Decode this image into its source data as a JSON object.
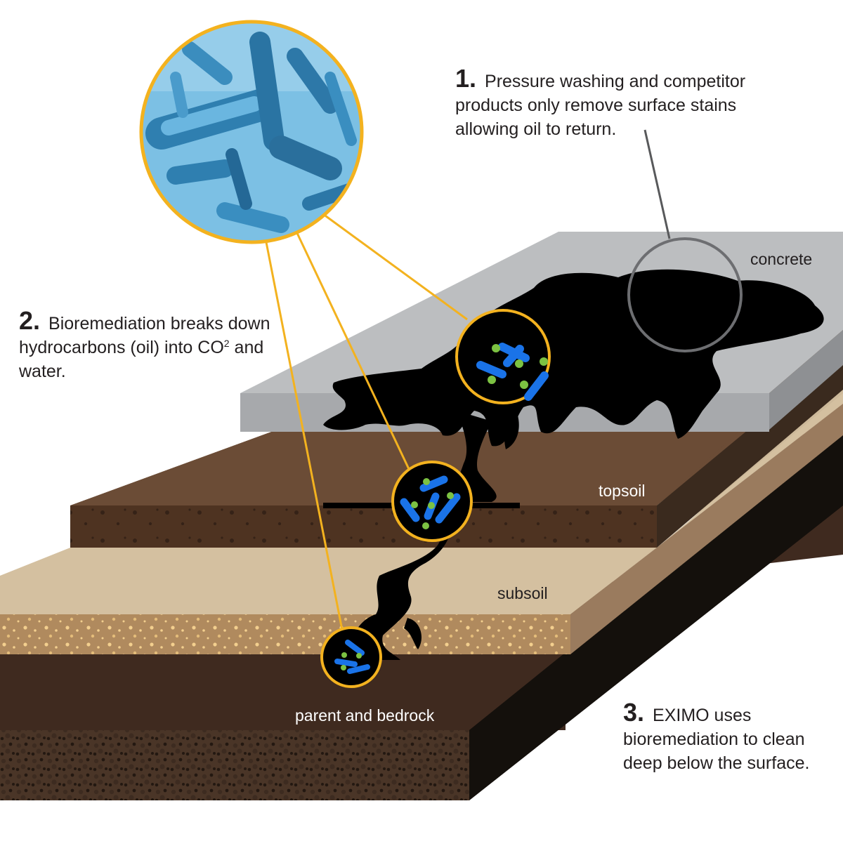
{
  "callouts": {
    "one": {
      "number": "1.",
      "text": "Pressure washing and competitor products only remove surface stains allowing oil to return."
    },
    "two": {
      "number": "2.",
      "text_pre": "Bioremediation breaks down hydrocarbons (oil) into CO",
      "superscript": "2",
      "text_post": " and water."
    },
    "three": {
      "number": "3.",
      "text": "EXIMO uses bioremediation to clean deep below the surface."
    }
  },
  "layers": {
    "concrete": "concrete",
    "topsoil": "topsoil",
    "subsoil": "subsoil",
    "bedrock": "parent and bedrock"
  },
  "colors": {
    "concrete_top": "#bcbec0",
    "concrete_front": "#a7a9ac",
    "topsoil_top": "#6b4c36",
    "topsoil_front": "#4e3321",
    "subsoil_top": "#cdb99a",
    "subsoil_front": "#b08a5e",
    "bedrock_top": "#3f2a1f",
    "bedrock_front": "#2e2019",
    "oil": "#000000",
    "callout_ring": "#f3b21f",
    "microbe_rod": "#1a73e8",
    "microbe_dot": "#7cc242",
    "bacteria_bg": "#6fb4d9"
  },
  "icons": {
    "bacteria_closeup": "bacteria-microscope-icon",
    "microbe": "microbe-icon"
  }
}
